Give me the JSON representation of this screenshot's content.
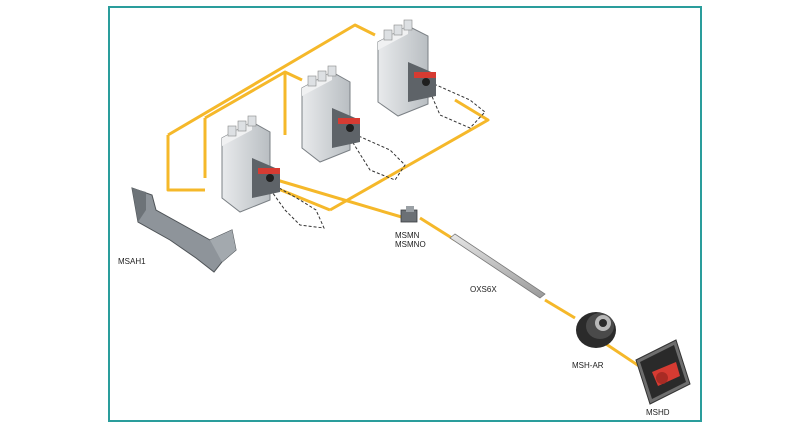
{
  "colors": {
    "frame": "#2a9d9c",
    "connector": "#f5b82a",
    "device_body": "#cfd3d6",
    "device_dark": "#6b7075",
    "accent_red": "#d63b32",
    "bracket": "#8e949a",
    "rod": "#c7c7c7"
  },
  "labels": {
    "bracket": "MSAH1",
    "auxiliary_line1": "MSMN",
    "auxiliary_line2": "MSMNO",
    "shaft": "OXS6X",
    "adapter": "MSH-AR",
    "handle": "MSHD"
  },
  "icons": {
    "starter": "motor-starter-icon",
    "bracket": "mounting-bracket-icon",
    "auxiliary": "auxiliary-contact-icon",
    "shaft": "extension-shaft-icon",
    "adapter": "shaft-adapter-icon",
    "handle": "rotary-handle-icon"
  }
}
